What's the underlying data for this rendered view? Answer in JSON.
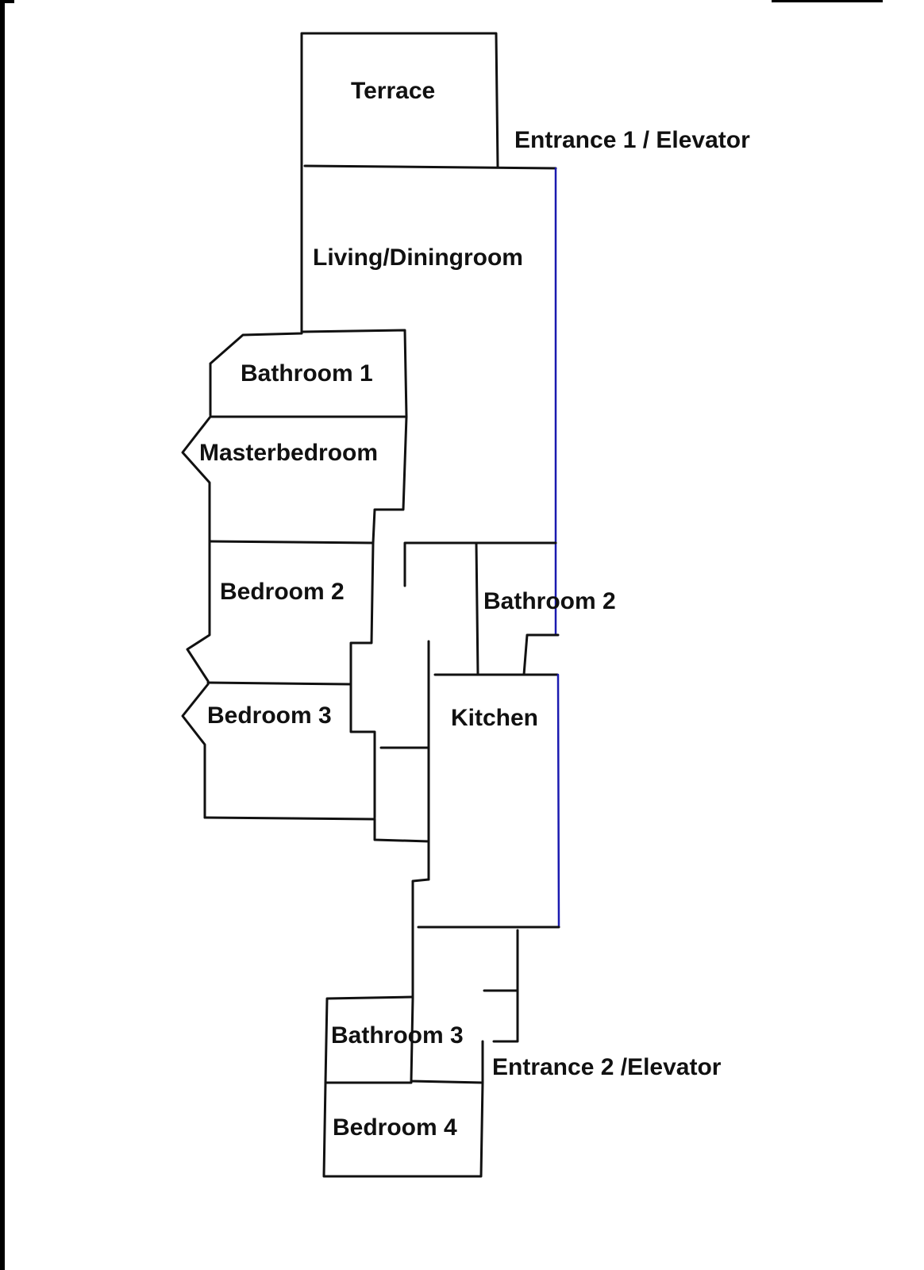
{
  "floorplan": {
    "rooms": {
      "terrace": "Terrace",
      "living": "Living/Diningroom",
      "bathroom1": "Bathroom 1",
      "masterbedroom": "Masterbedroom",
      "bedroom2": "Bedroom 2",
      "bathroom2": "Bathroom 2",
      "bedroom3": "Bedroom 3",
      "kitchen": "Kitchen",
      "bathroom3": "Bathroom 3",
      "bedroom4": "Bedroom 4"
    },
    "entrances": {
      "entrance1": "Entrance 1 / Elevator",
      "entrance2": "Entrance 2 /Elevator"
    }
  }
}
